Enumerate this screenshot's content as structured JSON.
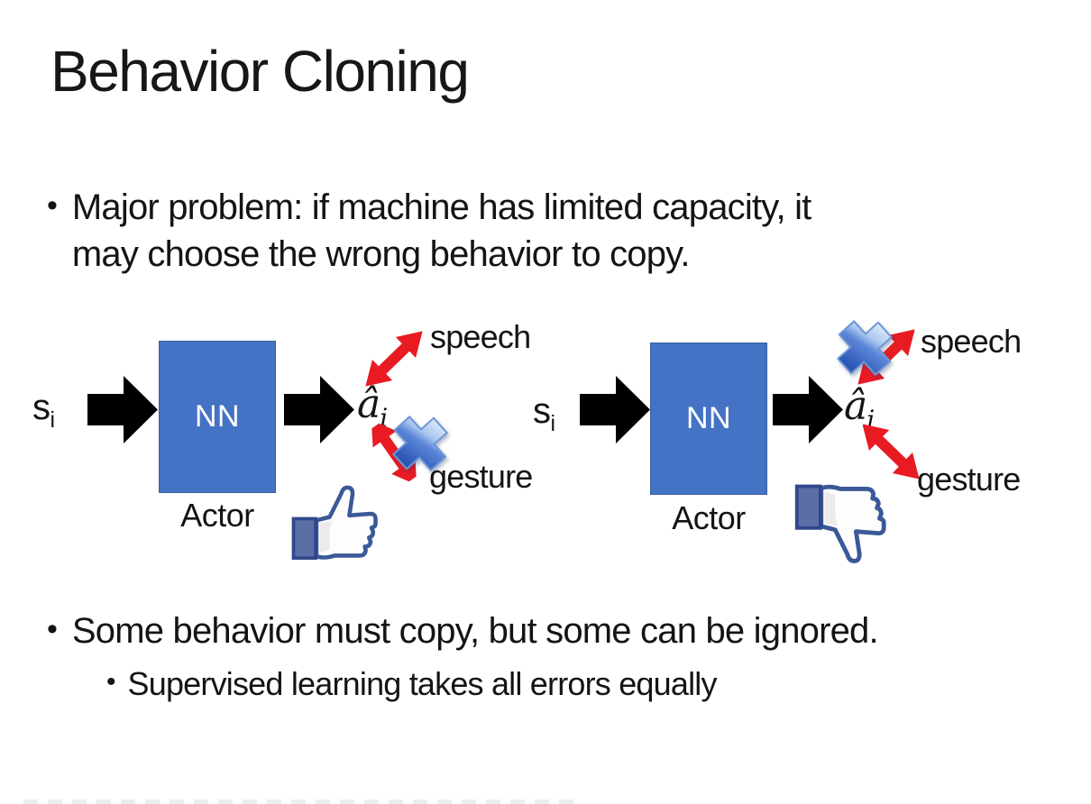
{
  "slide": {
    "title": "Behavior Cloning",
    "bullet_char": "•",
    "bullets": {
      "major_problem_line1": "Major problem: if machine has limited capacity, it",
      "major_problem_line2": "may choose the wrong behavior to copy.",
      "some_behavior": "Some behavior must copy, but some can be ignored.",
      "supervised": "Supervised learning takes all errors equally"
    }
  },
  "diagram": {
    "state_label": "s",
    "state_sub": "i",
    "nn_label": "NN",
    "actor_label": "Actor",
    "action_label": "â",
    "action_sub": "i",
    "speech_label": "speech",
    "gesture_label": "gesture"
  },
  "colors": {
    "nn_box_fill": "#4472c4",
    "nn_box_border": "#3a5f9e",
    "black_arrow": "#000000",
    "red_arrow": "#e81b23",
    "cross_blue_dark": "#2a56b4",
    "thumb_outline": "#3b5998",
    "thumb_cuff": "#5c6ea6"
  }
}
